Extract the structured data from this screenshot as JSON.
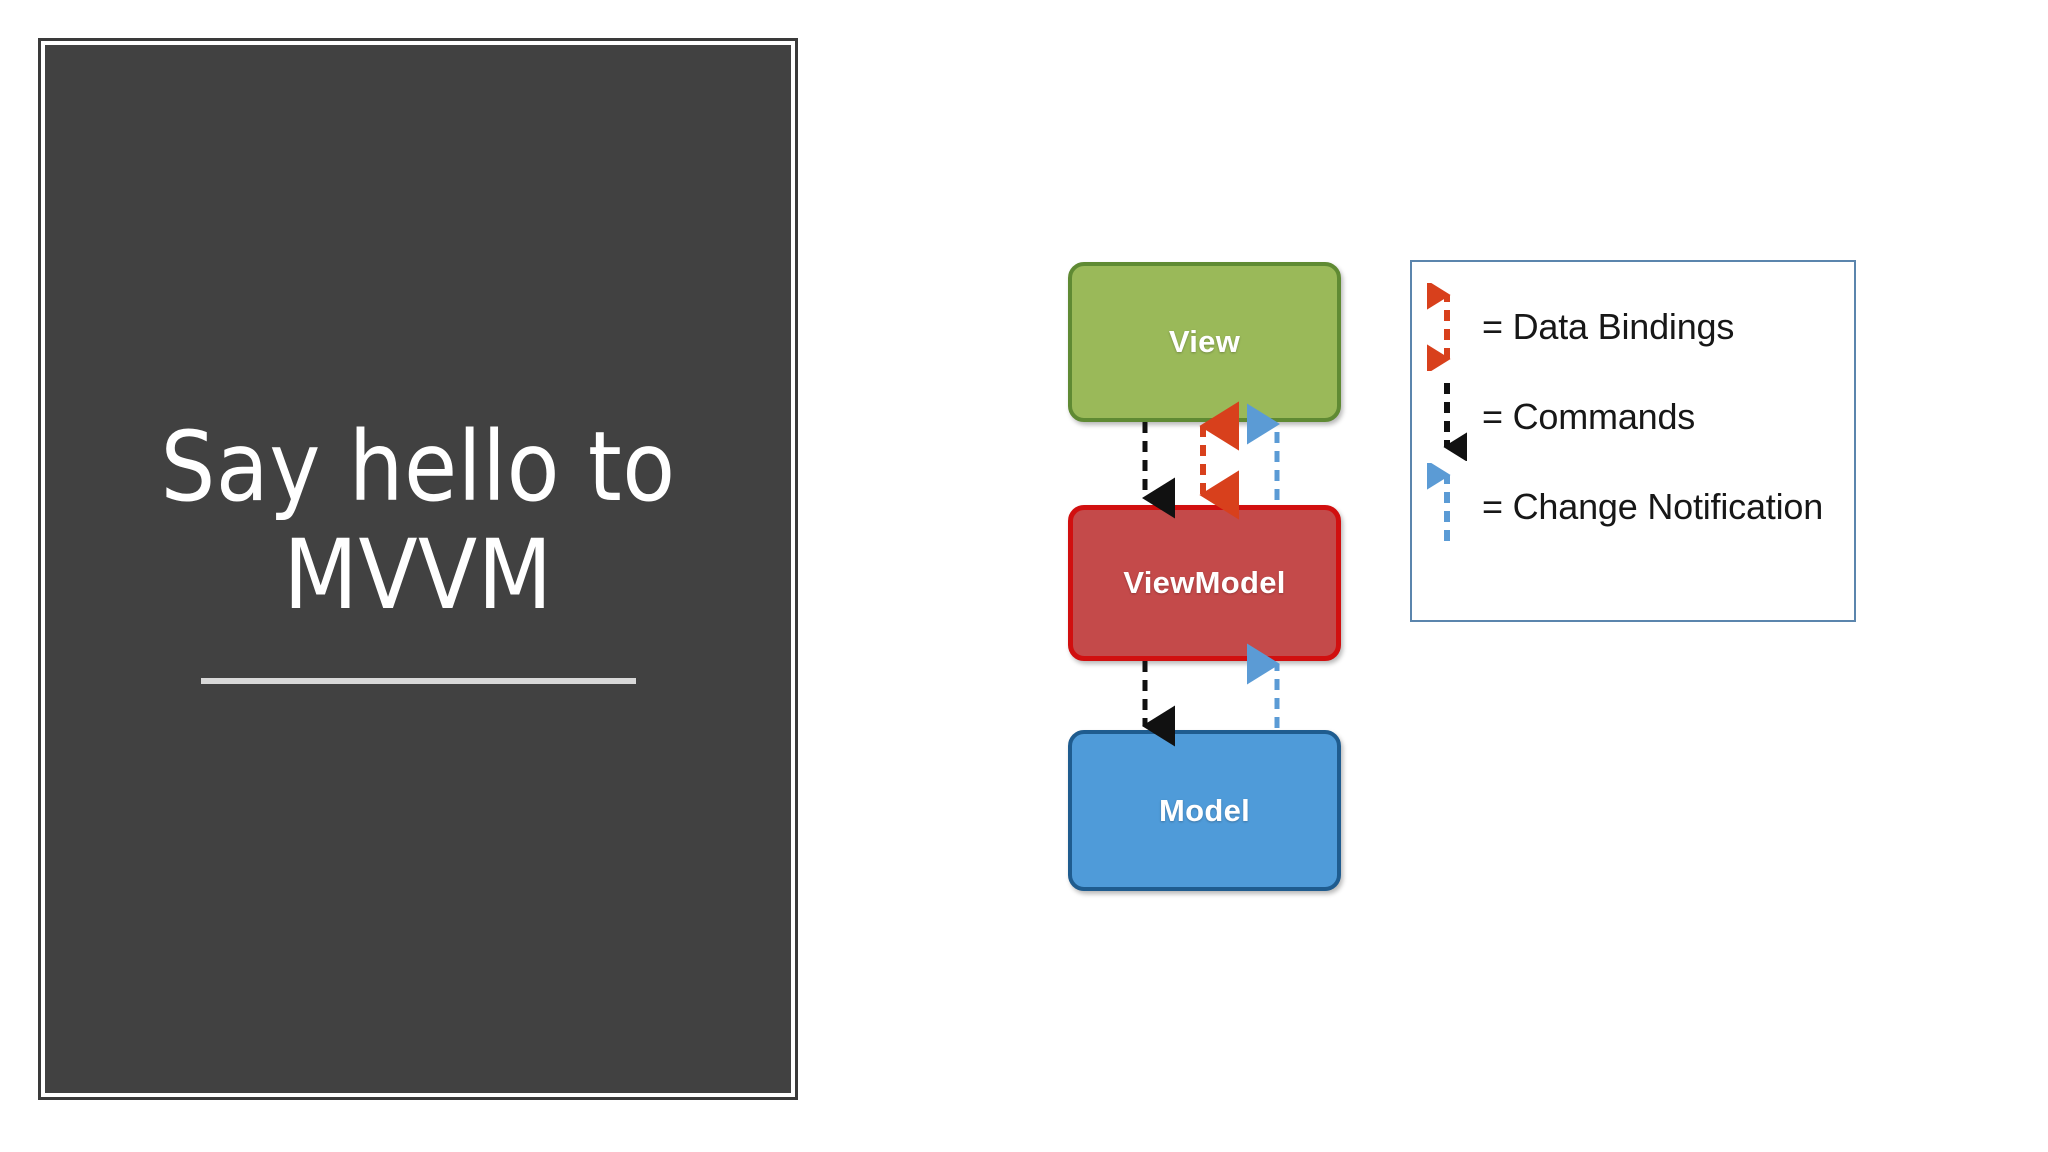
{
  "slide": {
    "title_line_1": "Say hello to",
    "title_line_2": "MVVM",
    "title_full": "Say hello to\nMVVM",
    "panel_background": "#414141",
    "title_color": "#ffffff",
    "divider_color": "#d8d8d8"
  },
  "diagram": {
    "nodes": [
      {
        "id": "view",
        "label": "View",
        "fill": "#9ab959",
        "stroke": "#5f8a33"
      },
      {
        "id": "viewmodel",
        "label": "ViewModel",
        "fill": "#c44a4a",
        "stroke": "#d10f0f"
      },
      {
        "id": "model",
        "label": "Model",
        "fill": "#4f9bd9",
        "stroke": "#1f5c8f"
      }
    ],
    "connectors": [
      {
        "id": "view-to-viewmodel-commands",
        "from": "view",
        "to": "viewmodel",
        "kind": "Commands",
        "color": "#111111",
        "direction": "down",
        "style": "dashed"
      },
      {
        "id": "view-to-viewmodel-data-bindings",
        "from": "view",
        "to": "viewmodel",
        "kind": "Data Bindings",
        "color": "#d8401c",
        "direction": "both",
        "style": "dashed"
      },
      {
        "id": "viewmodel-to-view-change-notification",
        "from": "viewmodel",
        "to": "view",
        "kind": "Change Notification",
        "color": "#5b9bd5",
        "direction": "up",
        "style": "dashed"
      },
      {
        "id": "viewmodel-to-model-commands",
        "from": "viewmodel",
        "to": "model",
        "kind": "Commands",
        "color": "#111111",
        "direction": "down",
        "style": "dashed"
      },
      {
        "id": "model-to-viewmodel-change-notification",
        "from": "model",
        "to": "viewmodel",
        "kind": "Change Notification",
        "color": "#5b9bd5",
        "direction": "up",
        "style": "dashed"
      }
    ]
  },
  "legend": {
    "border_color": "#5b85ad",
    "items": [
      {
        "icon": "double-headed-dashed-arrow-icon",
        "color": "#d8401c",
        "direction": "both",
        "label": "= Data Bindings"
      },
      {
        "icon": "down-dashed-arrow-icon",
        "color": "#111111",
        "direction": "down",
        "label": "= Commands"
      },
      {
        "icon": "up-dashed-arrow-icon",
        "color": "#5b9bd5",
        "direction": "up",
        "label": "= Change Notification"
      }
    ]
  }
}
